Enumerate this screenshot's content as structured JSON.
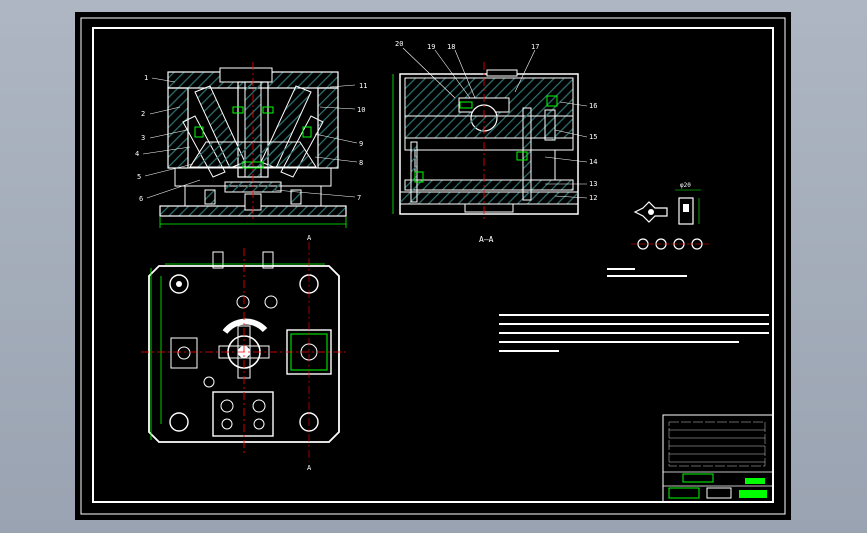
{
  "drawing": {
    "colors": {
      "background": "#000000",
      "outline": "#ffffff",
      "dimension": "#00ff00",
      "centerline": "#ff0000",
      "hatch": "#2f6f6f",
      "leader": "#ffffff"
    },
    "front_view": {
      "part_numbers_left": [
        "1",
        "2",
        "3",
        "4",
        "5",
        "6"
      ],
      "part_numbers_right": [
        "11",
        "10",
        "9",
        "8",
        "7"
      ]
    },
    "section_view": {
      "title": "A—A",
      "part_numbers_top": [
        "20",
        "19",
        "18",
        "17"
      ],
      "part_numbers_right": [
        "16",
        "15",
        "14",
        "13",
        "12"
      ]
    },
    "plan_view": {
      "section_marks": [
        "A",
        "A"
      ]
    },
    "part_detail": {
      "dimension": "φ20"
    }
  }
}
